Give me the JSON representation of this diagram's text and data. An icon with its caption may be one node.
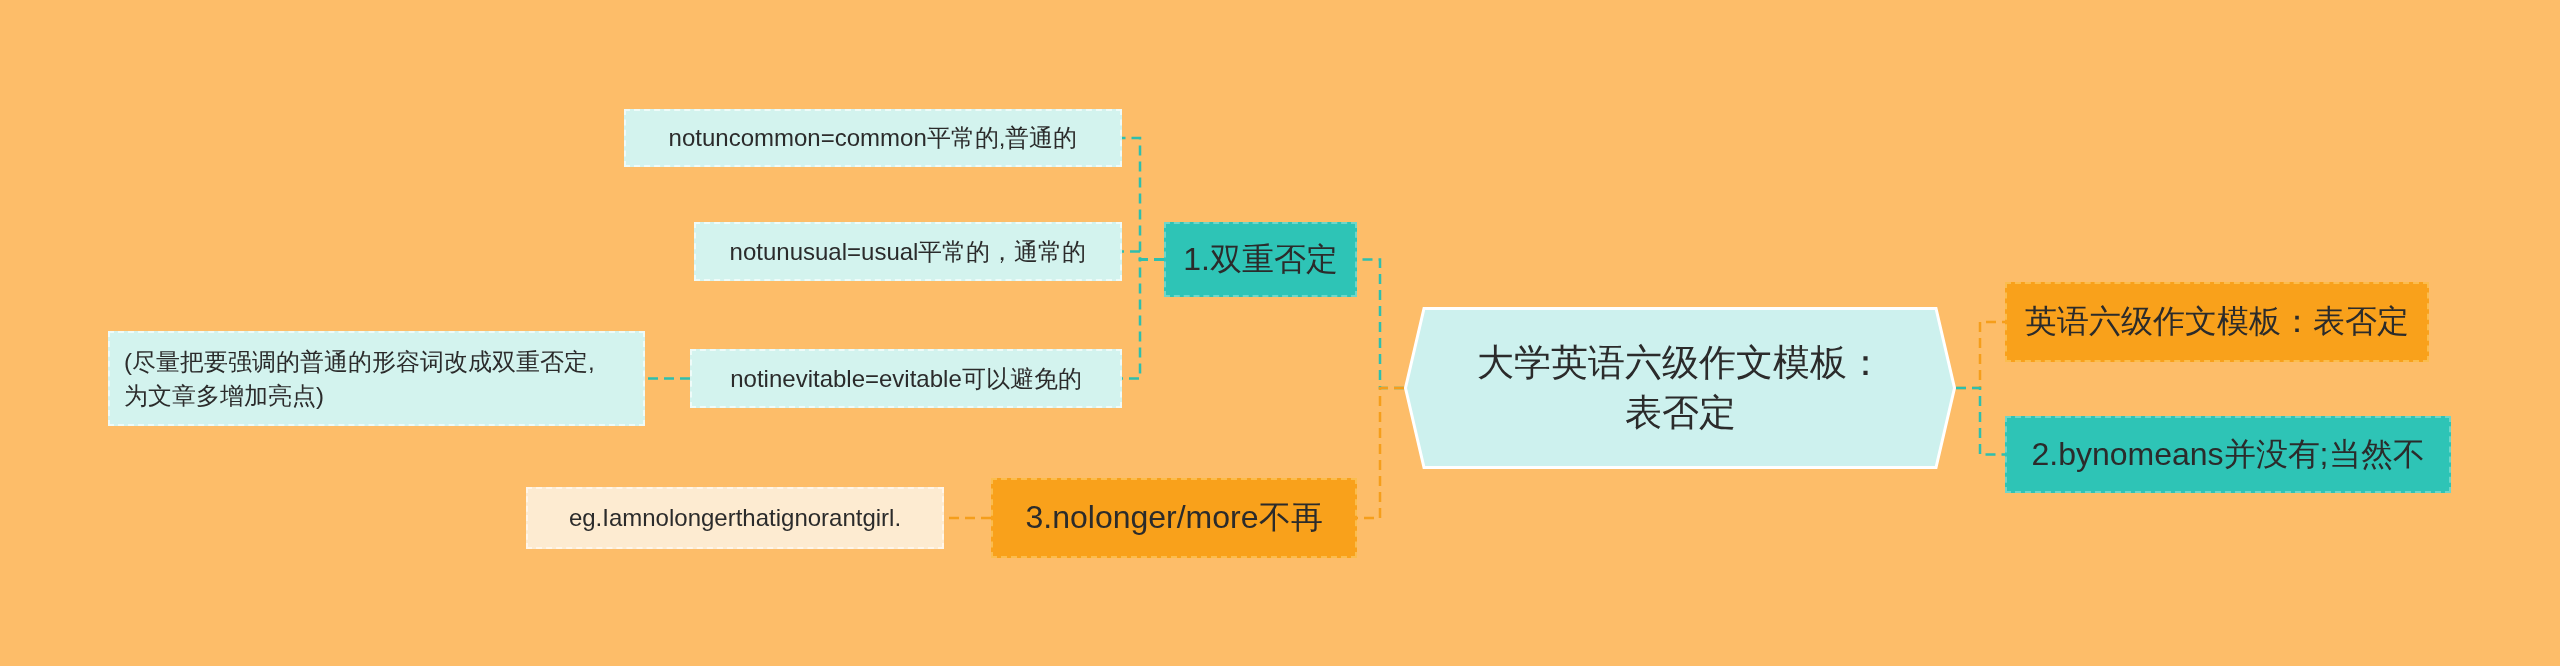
{
  "diagram": {
    "nodes": [
      {
        "text": [
          "大学英语六级作文模板：表否定"
        ]
      },
      {
        "text": [
          "英语六级作文模板：表否定"
        ]
      },
      {
        "text": [
          "2.bynomeans并没有;当然不"
        ]
      },
      {
        "text": [
          "1.双重否定"
        ]
      },
      {
        "text": [
          "notuncommon=common平常的,普通的"
        ]
      },
      {
        "text": [
          "notunusual=usual平常的，通常的"
        ]
      },
      {
        "text": [
          "notinevitable=evitable可以避免的"
        ]
      },
      {
        "text": [
          "(尽量把要强调的普通的形容词改成双重否定,为文章多增加亮点)"
        ]
      },
      {
        "text": [
          "3.nolonger/more不再"
        ]
      },
      {
        "text": [
          "eg.Iamnolongerthatignorantgirl."
        ]
      }
    ],
    "edges": [
      {
        "from": 0,
        "to": 1,
        "arrow": "none",
        "style": "dashed",
        "color": "#f59e1b"
      },
      {
        "from": 0,
        "to": 2,
        "arrow": "none",
        "style": "dashed"
      },
      {
        "from": 0,
        "to": 3,
        "arrow": "none",
        "style": "dashed"
      },
      {
        "from": 0,
        "to": 8,
        "arrow": "none",
        "style": "dashed",
        "color": "#f59e1b"
      },
      {
        "from": 3,
        "to": 4,
        "arrow": "none",
        "style": "dashed"
      },
      {
        "from": 3,
        "to": 5,
        "arrow": "none",
        "style": "dashed"
      },
      {
        "from": 3,
        "to": 6,
        "arrow": "none",
        "style": "dashed"
      },
      {
        "from": 6,
        "to": 7,
        "arrow": "none",
        "style": "dashed"
      },
      {
        "from": 8,
        "to": 9,
        "arrow": "none",
        "style": "dashed",
        "color": "#f59e1b"
      }
    ]
  }
}
